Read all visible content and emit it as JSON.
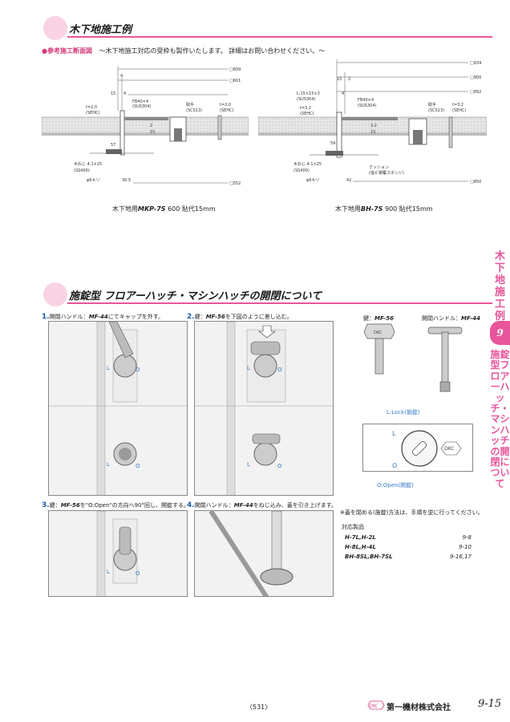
{
  "section1": {
    "title": "木下地施工例"
  },
  "reference": {
    "bullet": "●参考施工断面図",
    "note": "〜木下地施工対応の受枠も製作いたします。 詳細はお問い合わせください。〜"
  },
  "drawings": [
    {
      "caption_prefix": "木下地用",
      "caption_model": "MKP-7S",
      "caption_suffix": " 600 貼代15mm",
      "dims": [
        "□609",
        "□601",
        "□552",
        "4",
        "15",
        "4"
      ],
      "labels": [
        "t=2.0",
        "(SEHC)",
        "FB40×4",
        "(SUS304)",
        "取手",
        "(SCS13)",
        "t=2.0",
        "(SEHC)",
        "57",
        "2",
        "15",
        "木ねじ 4.1×25",
        "(SS400)",
        "φ6キリ",
        "30.5"
      ]
    },
    {
      "caption_prefix": "木下地用",
      "caption_model": "BH-7S",
      "caption_suffix": " 900 貼代15mm",
      "dims": [
        "□934",
        "□900",
        "□892",
        "□850",
        "15",
        "2",
        "4"
      ],
      "labels": [
        "L-15×15×3",
        "(SUS304)",
        "t=3.2",
        "(SEHC)",
        "FB40×4",
        "(SUS304)",
        "取手",
        "(SCS13)",
        "t=3.2",
        "(SEHC)",
        "59",
        "3.2",
        "15",
        "木ねじ 4.1×25",
        "(SS400)",
        "φ6キリ",
        "42",
        "クッション",
        "(塩ビ被覆スポンジ)"
      ]
    }
  ],
  "section2": {
    "title": "施錠型 フロアーハッチ・マシンハッチの開閉について"
  },
  "steps": [
    {
      "num": "1.",
      "text_a": "開閉ハンドル：",
      "model": "MF-44",
      "text_b": "にてキャップを外す。"
    },
    {
      "num": "2.",
      "text_a": "鍵：",
      "model": "MF-56",
      "text_b": "を下図のように差し込む。"
    },
    {
      "num": "3.",
      "text_a": "鍵：",
      "model": "MF-56",
      "text_b": "を\"O:Open\"の方向へ90°回し、開錠する。"
    },
    {
      "num": "4.",
      "text_a": "開閉ハンドル：",
      "model": "MF-44",
      "text_b": "をねじ込み、蓋を引き上げます。"
    }
  ],
  "tools": {
    "key_label": "鍵：",
    "key_model": "MF-56",
    "handle_label": "開閉ハンドル：",
    "handle_model": "MF-44"
  },
  "lock_diagram": {
    "lock_text": "L:Lock(施錠)",
    "open_text": "O:Open(開錠)",
    "brand": "DKC",
    "L": "L",
    "O": "O"
  },
  "notes": {
    "close_note": "※蓋を閉める(施錠)方法は、手順を逆に行ってください。",
    "applicable_title": "対応製品",
    "products": [
      {
        "name": "H-7L,H-2L",
        "page": "9-8"
      },
      {
        "name": "H-8L,H-4L",
        "page": "9-10"
      },
      {
        "name": "BH-8SL,BH-7SL",
        "page": "9-16,17"
      }
    ]
  },
  "sidebar": {
    "top": "木下地施工例",
    "badge": "9",
    "bottom": "施錠型フロアーハッチ・マシンハッチの開閉について"
  },
  "footer": {
    "page_ref": "〈531〉",
    "company": "第一機材株式会社",
    "logo": "DKC",
    "page_num": "9-15"
  },
  "colors": {
    "accent": "#e8559a",
    "blob": "#f9d3e4",
    "step_num": "#1a5aa8",
    "lock_blue": "#3a7cc4"
  }
}
